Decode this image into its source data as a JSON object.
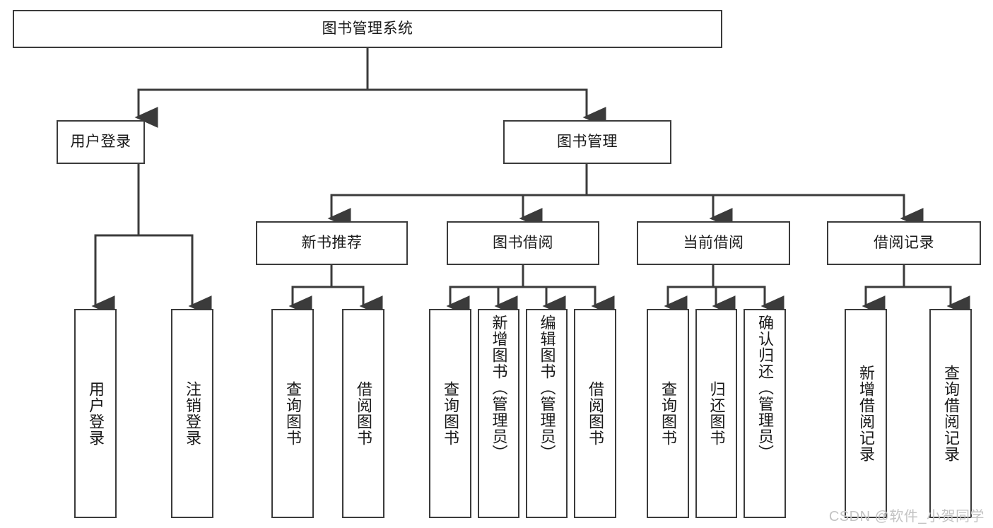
{
  "diagram": {
    "title": "图书管理系统",
    "type": "tree-hierarchy-diagram",
    "colors": {
      "stroke": "#3b3b3b",
      "text": "#1a1a1a",
      "background": "#ffffff",
      "watermark": "#c3c3c3"
    },
    "root": {
      "label": "图书管理系统"
    },
    "level2": [
      {
        "label": "用户登录"
      },
      {
        "label": "图书管理"
      }
    ],
    "level3": [
      {
        "label": "新书推荐"
      },
      {
        "label": "图书借阅"
      },
      {
        "label": "当前借阅"
      },
      {
        "label": "借阅记录"
      }
    ],
    "leaves": {
      "user_login": [
        {
          "label": "用户登录"
        },
        {
          "label": "注销登录"
        }
      ],
      "new_book_recommend": [
        {
          "label": "查询图书"
        },
        {
          "label": "借阅图书"
        }
      ],
      "book_borrow": [
        {
          "label": "查询图书"
        },
        {
          "label": "新增图书（管理员）"
        },
        {
          "label": "编辑图书（管理员）"
        },
        {
          "label": "借阅图书"
        }
      ],
      "current_borrow": [
        {
          "label": "查询图书"
        },
        {
          "label": "归还图书"
        },
        {
          "label": "确认归还（管理员）"
        }
      ],
      "borrow_record": [
        {
          "label": "新增借阅记录"
        },
        {
          "label": "查询借阅记录"
        }
      ]
    }
  },
  "watermark": {
    "text": "CSDN @软件_小贺同学"
  }
}
